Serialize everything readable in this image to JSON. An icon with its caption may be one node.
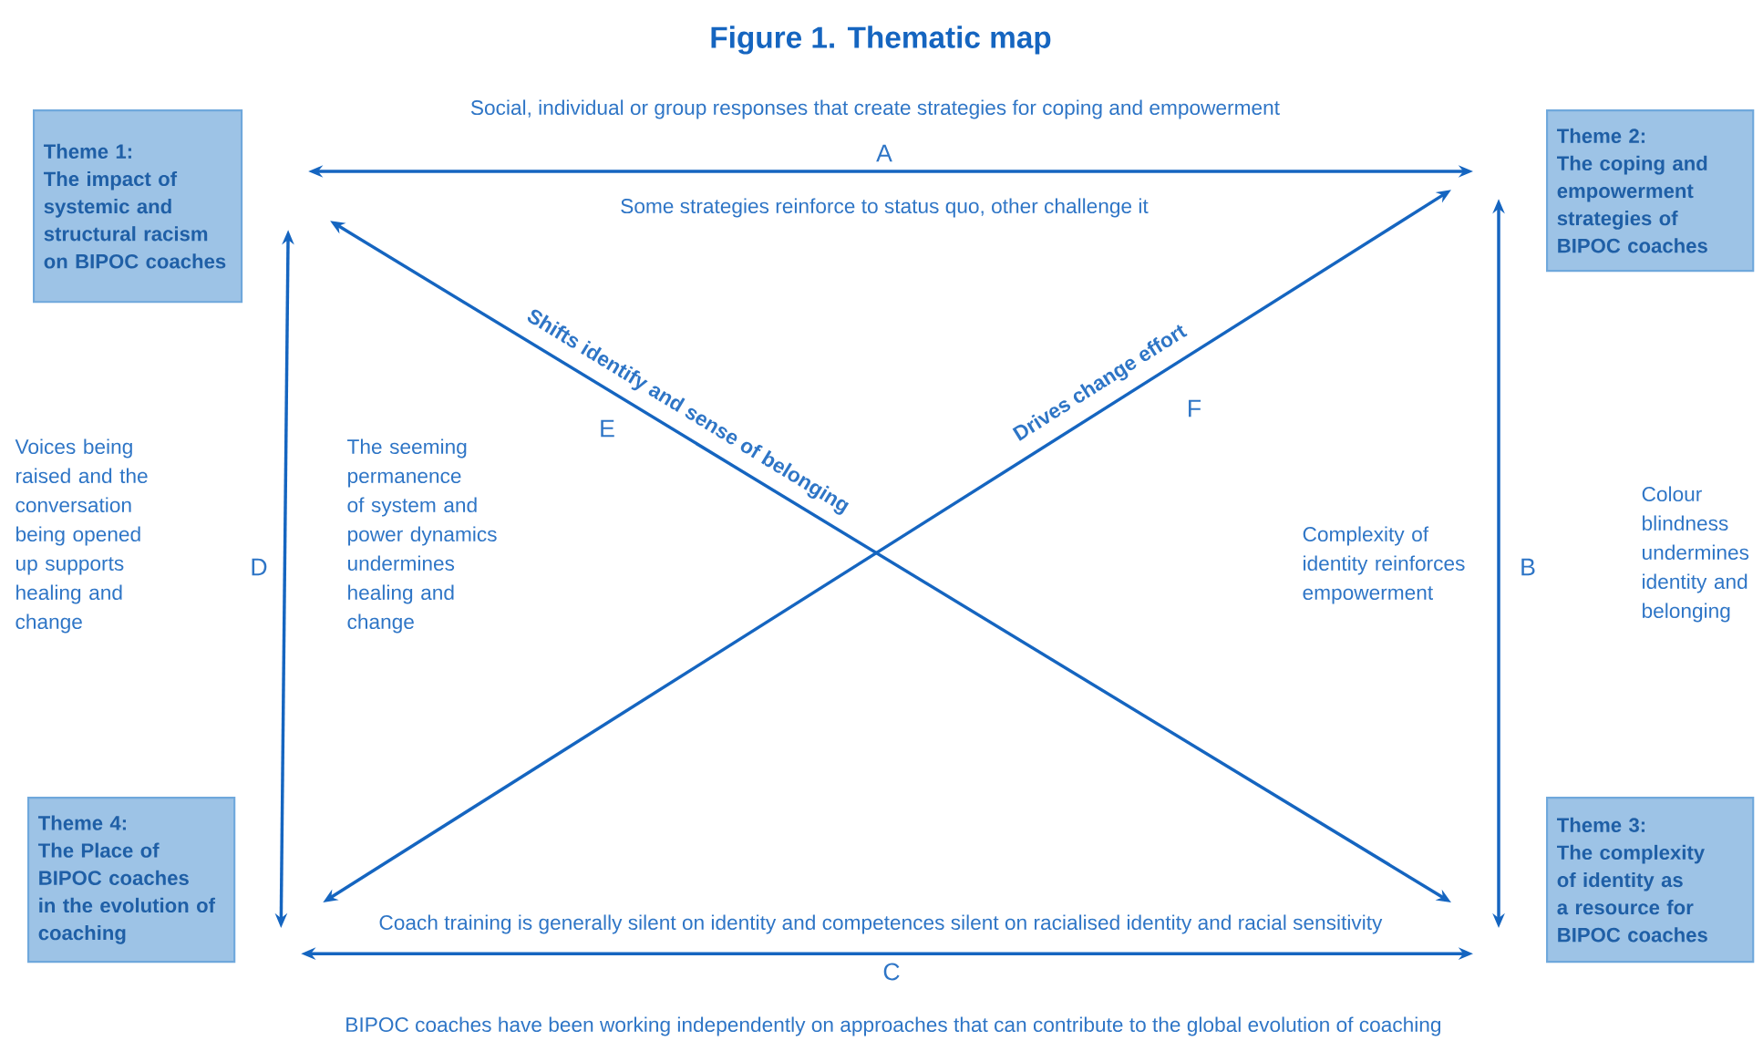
{
  "diagram": {
    "title": "Figure 1. Thematic map",
    "nodes": [
      {
        "text": [
          "Theme 1:",
          "The impact of systemic and structural racism on BIPOC coaches"
        ]
      },
      {
        "text": [
          "Theme 2:",
          "The coping and empowerment strategies of BIPOC coaches"
        ]
      },
      {
        "text": [
          "Theme 3:",
          "The complexity of identity as a resource for BIPOC coaches"
        ]
      },
      {
        "text": [
          "Theme 4:",
          "The Place of BIPOC coaches in the evolution of coaching"
        ]
      }
    ],
    "edges": [
      {
        "from": 0,
        "to": 1,
        "arrow": "both"
      },
      {
        "from": 1,
        "to": 2,
        "arrow": "both"
      },
      {
        "from": 3,
        "to": 2,
        "arrow": "both"
      },
      {
        "from": 0,
        "to": 3,
        "arrow": "both"
      },
      {
        "from": 0,
        "to": 2,
        "arrow": "both",
        "label": "Shifts identify and sense of belonging"
      },
      {
        "from": 3,
        "to": 1,
        "arrow": "both",
        "label": "Drives change effort"
      }
    ],
    "labels": [
      "Social, individual or group responses that create strategies for coping and empowerment",
      "A",
      "Some strategies reinforce to status quo, other challenge it",
      "E",
      "F",
      "Voices being raised and the conversation being opened up supports healing and change",
      "D",
      "The seeming permanence of system and power dynamics undermines healing and change",
      "Complexity of identity reinforces empowerment",
      "B",
      "Colour blindness undermines identity and belonging",
      "Coach training is generally silent on identity and competences silent on racialised identity and racial sensitivity",
      "C",
      "BIPOC coaches have been working independently on approaches that can contribute to the global evolution of coaching"
    ]
  }
}
